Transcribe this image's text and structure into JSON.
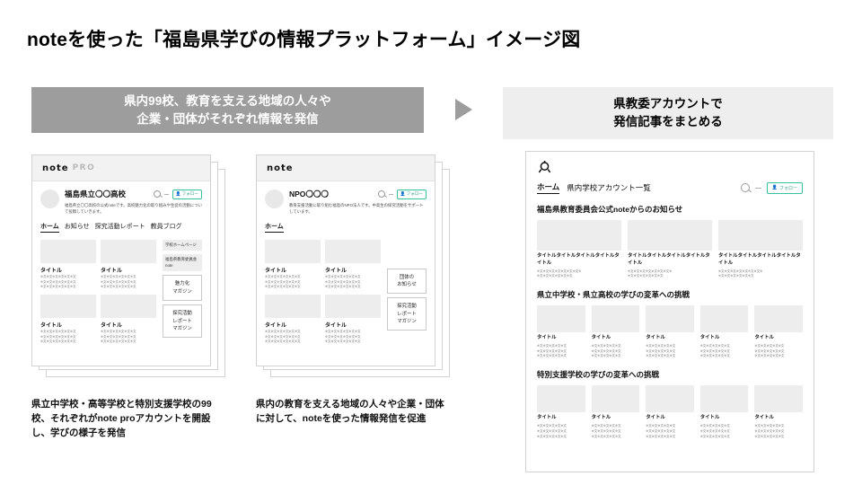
{
  "page_title": "noteを使った「福島県学びの情報プラットフォーム」イメージ図",
  "banners": {
    "left": [
      "県内99校、教育を支える地域の人々や",
      "企業・団体がそれぞれ情報を発信"
    ],
    "right": [
      "県教委アカウントで",
      "発信記事をまとめる"
    ],
    "arrow_icon": "triangle-right-icon",
    "left_bg": "#9d9d9d",
    "right_bg": "#eeeeee"
  },
  "card_school": {
    "logo_note": "note",
    "logo_pro": "PRO",
    "account_name": "福島県立〇〇高校",
    "account_desc": "福島県立〇〇高校の公式noteです。高校魅力化の取り組みや生徒の活動について投稿していきます。",
    "follow_label": "フォロー",
    "tabs": [
      "ホーム",
      "お知らせ",
      "探究活動レポート",
      "教員ブログ"
    ],
    "active_tab": "ホーム",
    "feed_title": "タイトル",
    "feed_lines": [
      "※文※文※文※文※文※文",
      "※文※文※文※文※文※文",
      "※文※文※文※文※文※文"
    ],
    "side_flat": [
      "学校ホームページ",
      "福島県教育委員会note"
    ],
    "side_boxes": [
      "魅力化\nマガジン",
      "探究活動\nレポート\nマガジン"
    ]
  },
  "card_npo": {
    "logo_note": "note",
    "account_name": "NPO〇〇〇",
    "account_desc": "教育支援活動に取り組む福島のNPO法人です。中高生の探究活動をサポートしています。",
    "follow_label": "フォロー",
    "tabs": [
      "ホーム"
    ],
    "active_tab": "ホーム",
    "feed_title": "タイトル",
    "feed_lines": [
      "※文※文※文※文※文※文",
      "※文※文※文※文※文※文",
      "※文※文※文※文※文※文"
    ],
    "side_boxes": [
      "団体の\nお知らせ",
      "探究活動\nレポート\nマガジン"
    ]
  },
  "captions": {
    "left": "県立中学校・高等学校と特別支援学校の99校、それぞれがnote proアカウントを開設し、学びの様子を発信",
    "middle": "県内の教育を支える地域の人々や企業・団体に対して、noteを使った情報発信を促進"
  },
  "panel": {
    "logo_icon": "note-pro-circle-logo",
    "tabs": [
      "ホーム",
      "県内学校アカウント一覧"
    ],
    "active_tab": "ホーム",
    "follow_label": "フォロー",
    "sections": [
      {
        "title": "福島県教育委員会公式noteからのお知らせ",
        "columns": 3,
        "cards": [
          {
            "title": "タイトルタイトルタイトルタイトルタイトル",
            "lines": [
              "※文※文※文※文※文※文※文※",
              "※文※文※文※文※文※文"
            ]
          },
          {
            "title": "タイトルタイトルタイトルタイトルタイトル",
            "lines": [
              "※文※文※文※文※文※文※文※",
              "※文※文※文※文※文※文"
            ]
          },
          {
            "title": "タイトルタイトルタイトルタイトルタイトル",
            "lines": [
              "※文※文※文※文※文※文※文※",
              "※文※文※文※文※文※文"
            ]
          }
        ]
      },
      {
        "title": "県立中学校・県立高校の学びの変革への挑戦",
        "columns": 5,
        "cards": [
          {
            "title": "タイトル",
            "lines": [
              "※文※文※文※文※文",
              "※文※文※文※文※文",
              "※文※文※文※文※文"
            ]
          },
          {
            "title": "タイトル",
            "lines": [
              "※文※文※文※文※文",
              "※文※文※文※文※文",
              "※文※文※文※文※文"
            ]
          },
          {
            "title": "タイトル",
            "lines": [
              "※文※文※文※文※文",
              "※文※文※文※文※文",
              "※文※文※文※文※文"
            ]
          },
          {
            "title": "タイトル",
            "lines": [
              "※文※文※文※文※文",
              "※文※文※文※文※文",
              "※文※文※文※文※文"
            ]
          },
          {
            "title": "タイトル",
            "lines": [
              "※文※文※文※文※文",
              "※文※文※文※文※文",
              "※文※文※文※文※文"
            ]
          }
        ]
      },
      {
        "title": "特別支援学校の学びの変革への挑戦",
        "columns": 5,
        "cards": [
          {
            "title": "タイトル",
            "lines": [
              "※文※文※文※文※文",
              "※文※文※文※文※文",
              "※文※文※文※文※文"
            ]
          },
          {
            "title": "タイトル",
            "lines": [
              "※文※文※文※文※文",
              "※文※文※文※文※文",
              "※文※文※文※文※文"
            ]
          },
          {
            "title": "タイトル",
            "lines": [
              "※文※文※文※文※文",
              "※文※文※文※文※文",
              "※文※文※文※文※文"
            ]
          },
          {
            "title": "タイトル",
            "lines": [
              "※文※文※文※文※文",
              "※文※文※文※文※文",
              "※文※文※文※文※文"
            ]
          },
          {
            "title": "タイトル",
            "lines": [
              "※文※文※文※文※文",
              "※文※文※文※文※文",
              "※文※文※文※文※文"
            ]
          }
        ]
      }
    ]
  }
}
